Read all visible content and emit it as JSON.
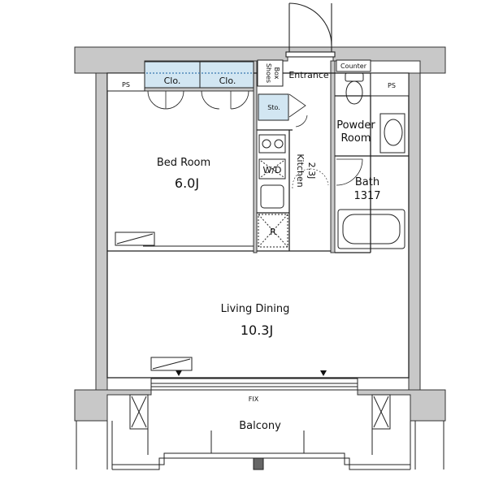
{
  "plan": {
    "rooms": {
      "bedroom": {
        "name": "Bed Room",
        "size": "6.0J"
      },
      "living": {
        "name": "Living Dining",
        "size": "10.3J"
      },
      "kitchen": {
        "name": "Kitchen",
        "size": "2.3J"
      },
      "bath": {
        "name": "Bath",
        "size": "1317"
      },
      "powder": {
        "line1": "Powder",
        "line2": "Room"
      },
      "entrance": {
        "name": "Entrance"
      },
      "balcony": {
        "name": "Balcony"
      }
    },
    "fixtures": {
      "closet_left": "Clo.",
      "closet_right": "Clo.",
      "storage": "Sto.",
      "shoes_box_line1": "Shoes",
      "shoes_box_line2": "Box",
      "counter": "Counter",
      "washer_dryer": "W/D",
      "refrigerator": "R",
      "pipe_space_left": "PS",
      "pipe_space_right": "PS",
      "fixed_window": "FIX"
    },
    "colors": {
      "wall_fill": "#c8c8c8",
      "line": "#222222",
      "closet_fill": "#d2e6f2"
    }
  }
}
